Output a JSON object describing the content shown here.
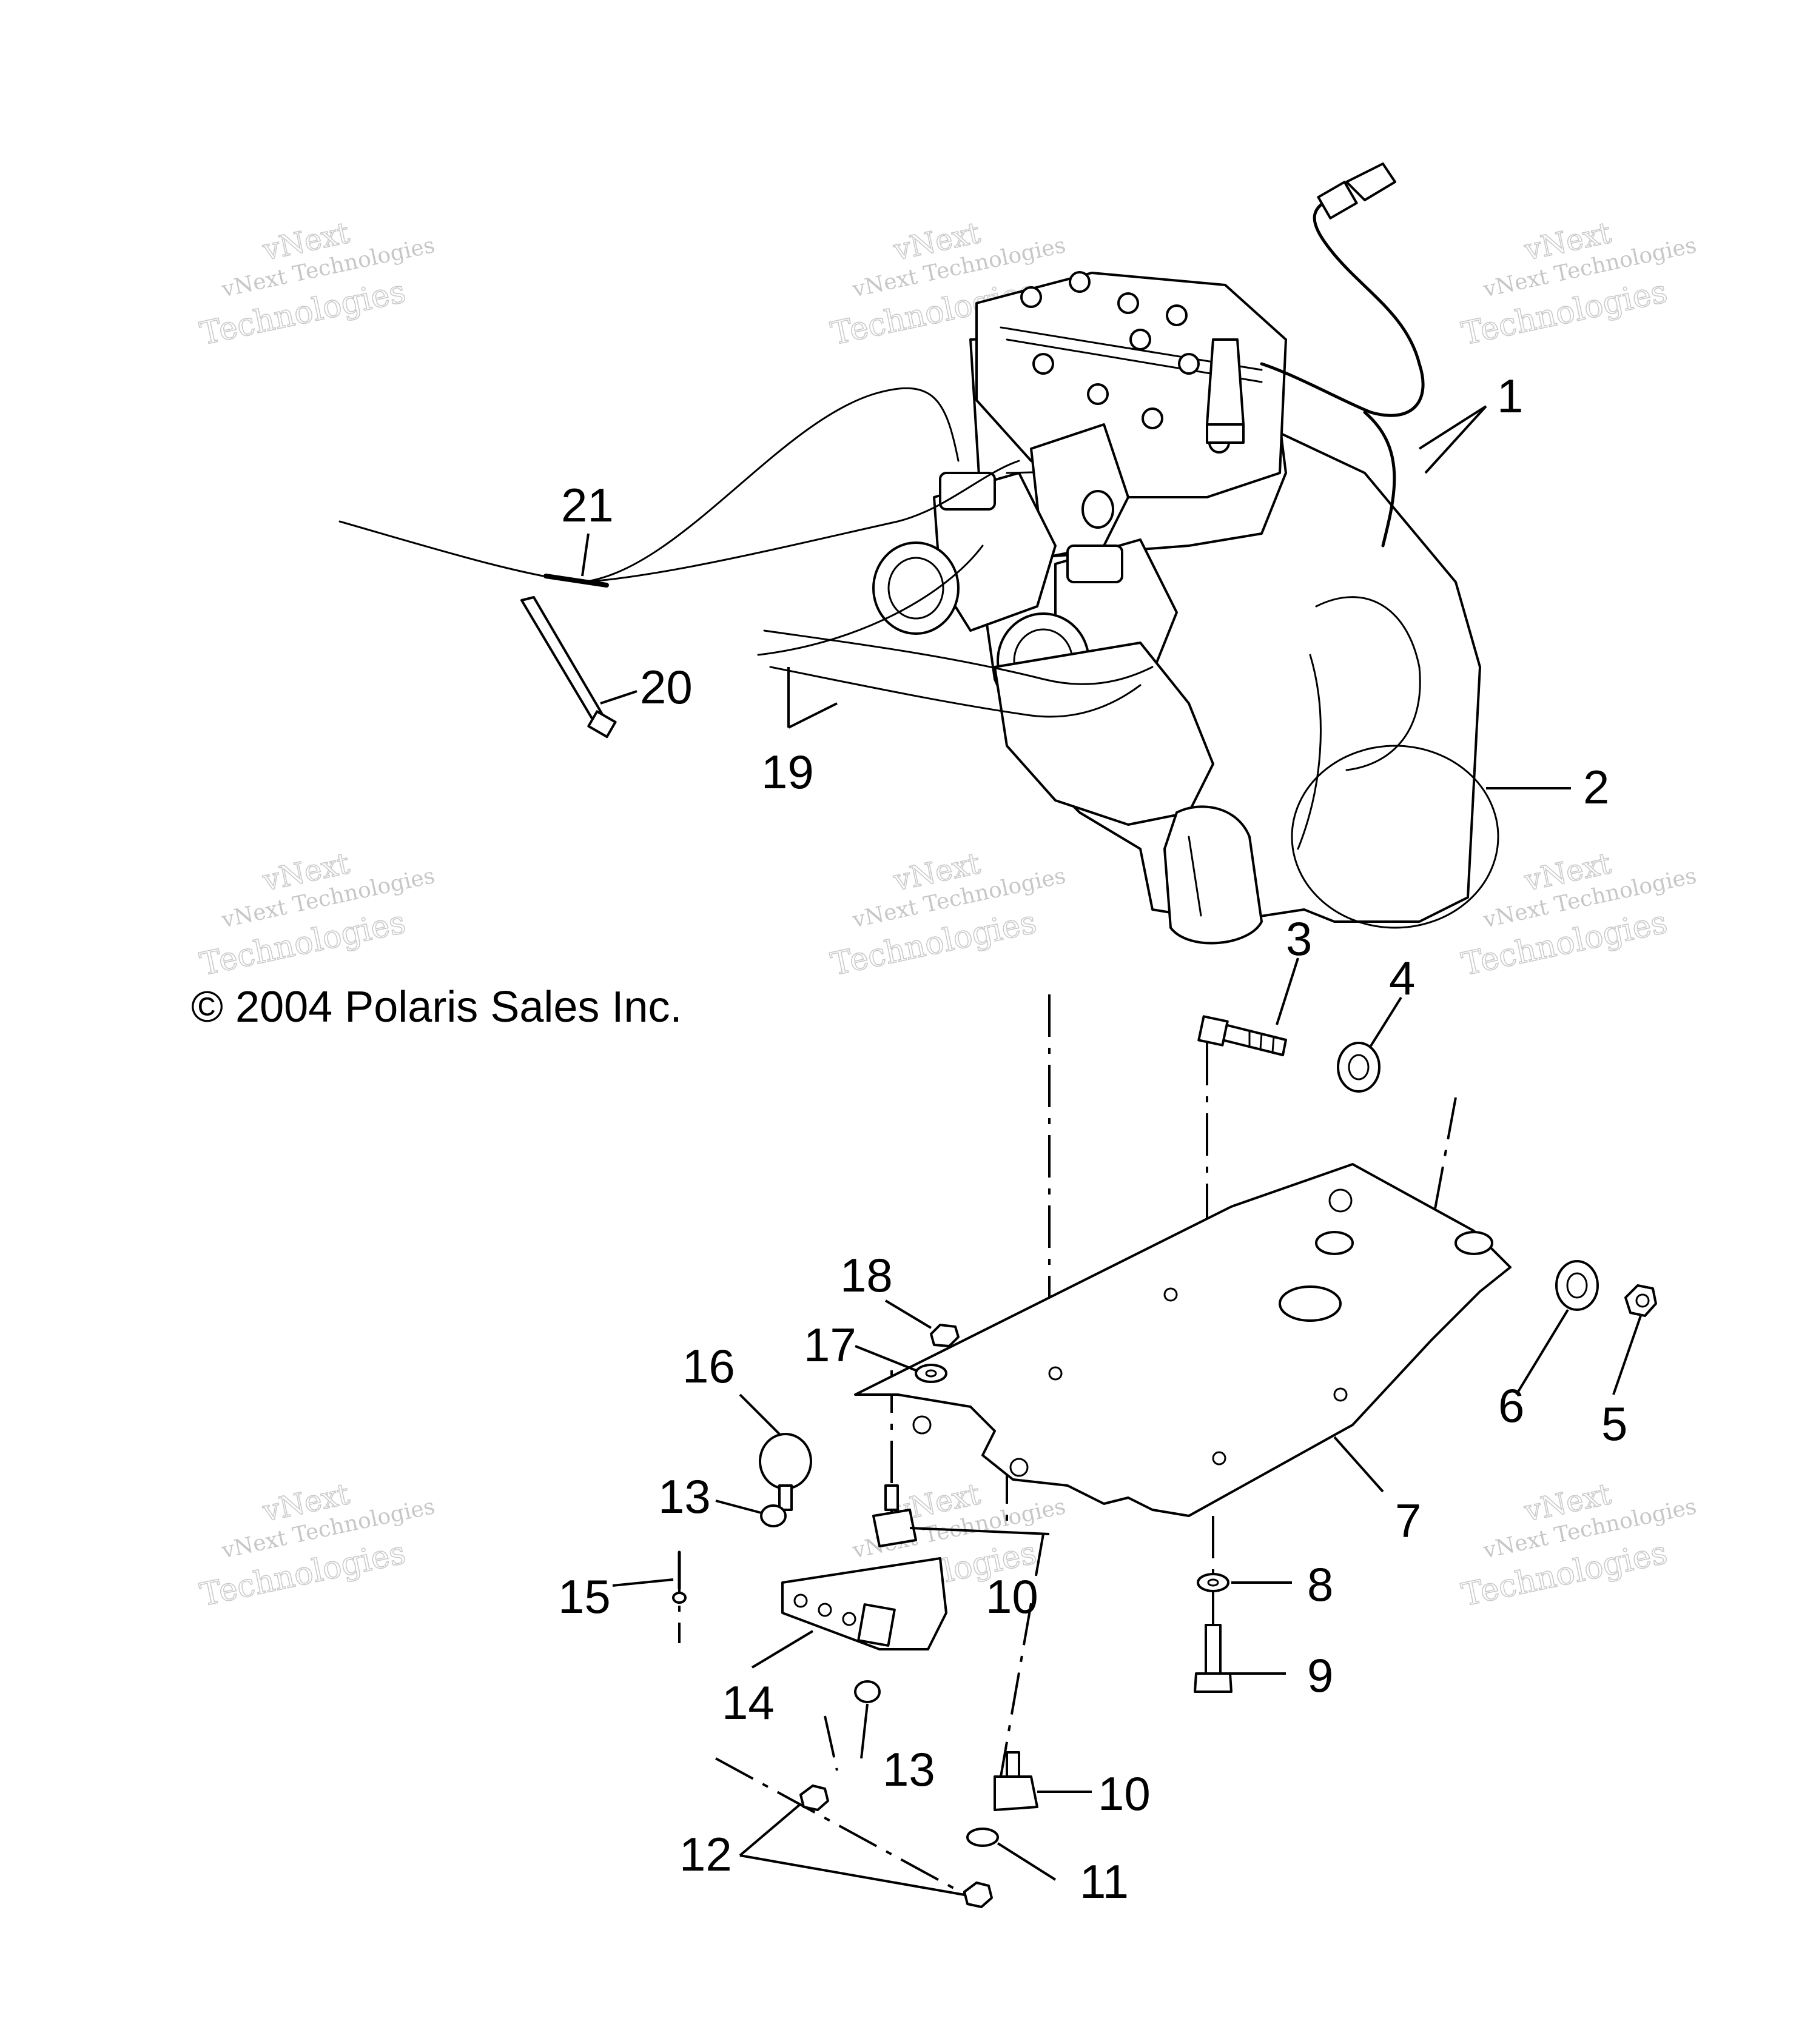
{
  "copyright": "© 2004 Polaris Sales Inc.",
  "watermark": {
    "line1": "vNext Technologies",
    "line2": "vNext",
    "line3": "Technologies"
  },
  "callouts": [
    "1",
    "2",
    "3",
    "4",
    "5",
    "6",
    "7",
    "8",
    "9",
    "10",
    "10",
    "11",
    "12",
    "13",
    "13",
    "14",
    "15",
    "16",
    "17",
    "18",
    "19",
    "20",
    "21"
  ]
}
